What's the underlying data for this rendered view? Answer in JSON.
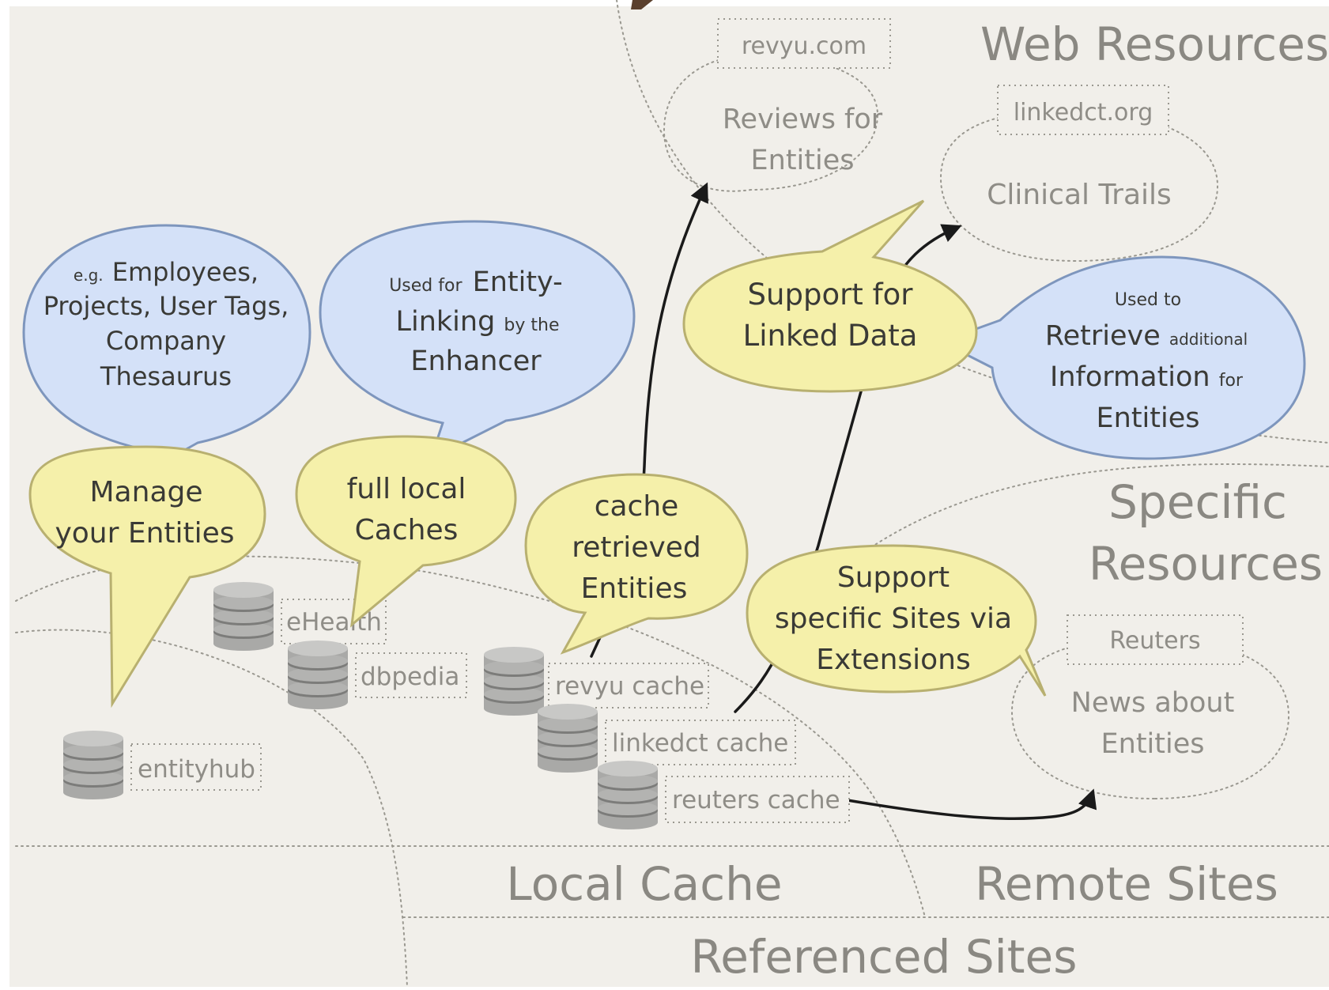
{
  "regions": {
    "web_resources": "Web Resources",
    "specific_resources": [
      "Specific",
      "Resources"
    ],
    "local_cache": "Local Cache",
    "remote_sites": "Remote Sites",
    "referenced_sites": "Referenced Sites"
  },
  "web_resources": {
    "revyu": {
      "site": "revyu.com",
      "desc": [
        "Reviews for",
        "Entities"
      ]
    },
    "linkedct": {
      "site": "linkedct.org",
      "desc": [
        "Clinical Trails"
      ]
    }
  },
  "specific_resources": {
    "reuters": {
      "site": "Reuters",
      "desc": [
        "News about",
        "Entities"
      ]
    }
  },
  "caches": {
    "entityhub": "entityhub",
    "ehealth": "eHealth",
    "dbpedia": "dbpedia",
    "revyu_cache": "revyu cache",
    "linkedct_cache": "linkedct cache",
    "reuters_cache": "reuters cache"
  },
  "callouts": {
    "manage": [
      "Manage",
      "your Entities"
    ],
    "full_local": [
      "full local",
      "Caches"
    ],
    "cache_retrieved": [
      "cache",
      "retrieved",
      "Entities"
    ],
    "linked_data": [
      "Support for",
      "Linked Data"
    ],
    "specific_sites": [
      "Support",
      "specific Sites via",
      "Extensions"
    ],
    "employees": [
      "e.g.",
      "Employees,",
      "Projects, User Tags,",
      "Company",
      "Thesaurus"
    ],
    "entity_linking": [
      "Used for",
      "Entity-",
      "Linking",
      "by the",
      "Enhancer"
    ],
    "retrieve": [
      "Used to",
      "Retrieve",
      "additional",
      "Information",
      "for",
      "Entities"
    ]
  },
  "colors": {
    "background": "#f1efea",
    "yellow_bubble": "#f5f0aa",
    "yellow_stroke": "#b8b070",
    "blue_bubble": "#d4e1f8",
    "blue_stroke": "#7e96bd",
    "database": "#a6a6a4",
    "arrow": "#1a1a1a",
    "title_fragment": "#5a3f2c"
  }
}
